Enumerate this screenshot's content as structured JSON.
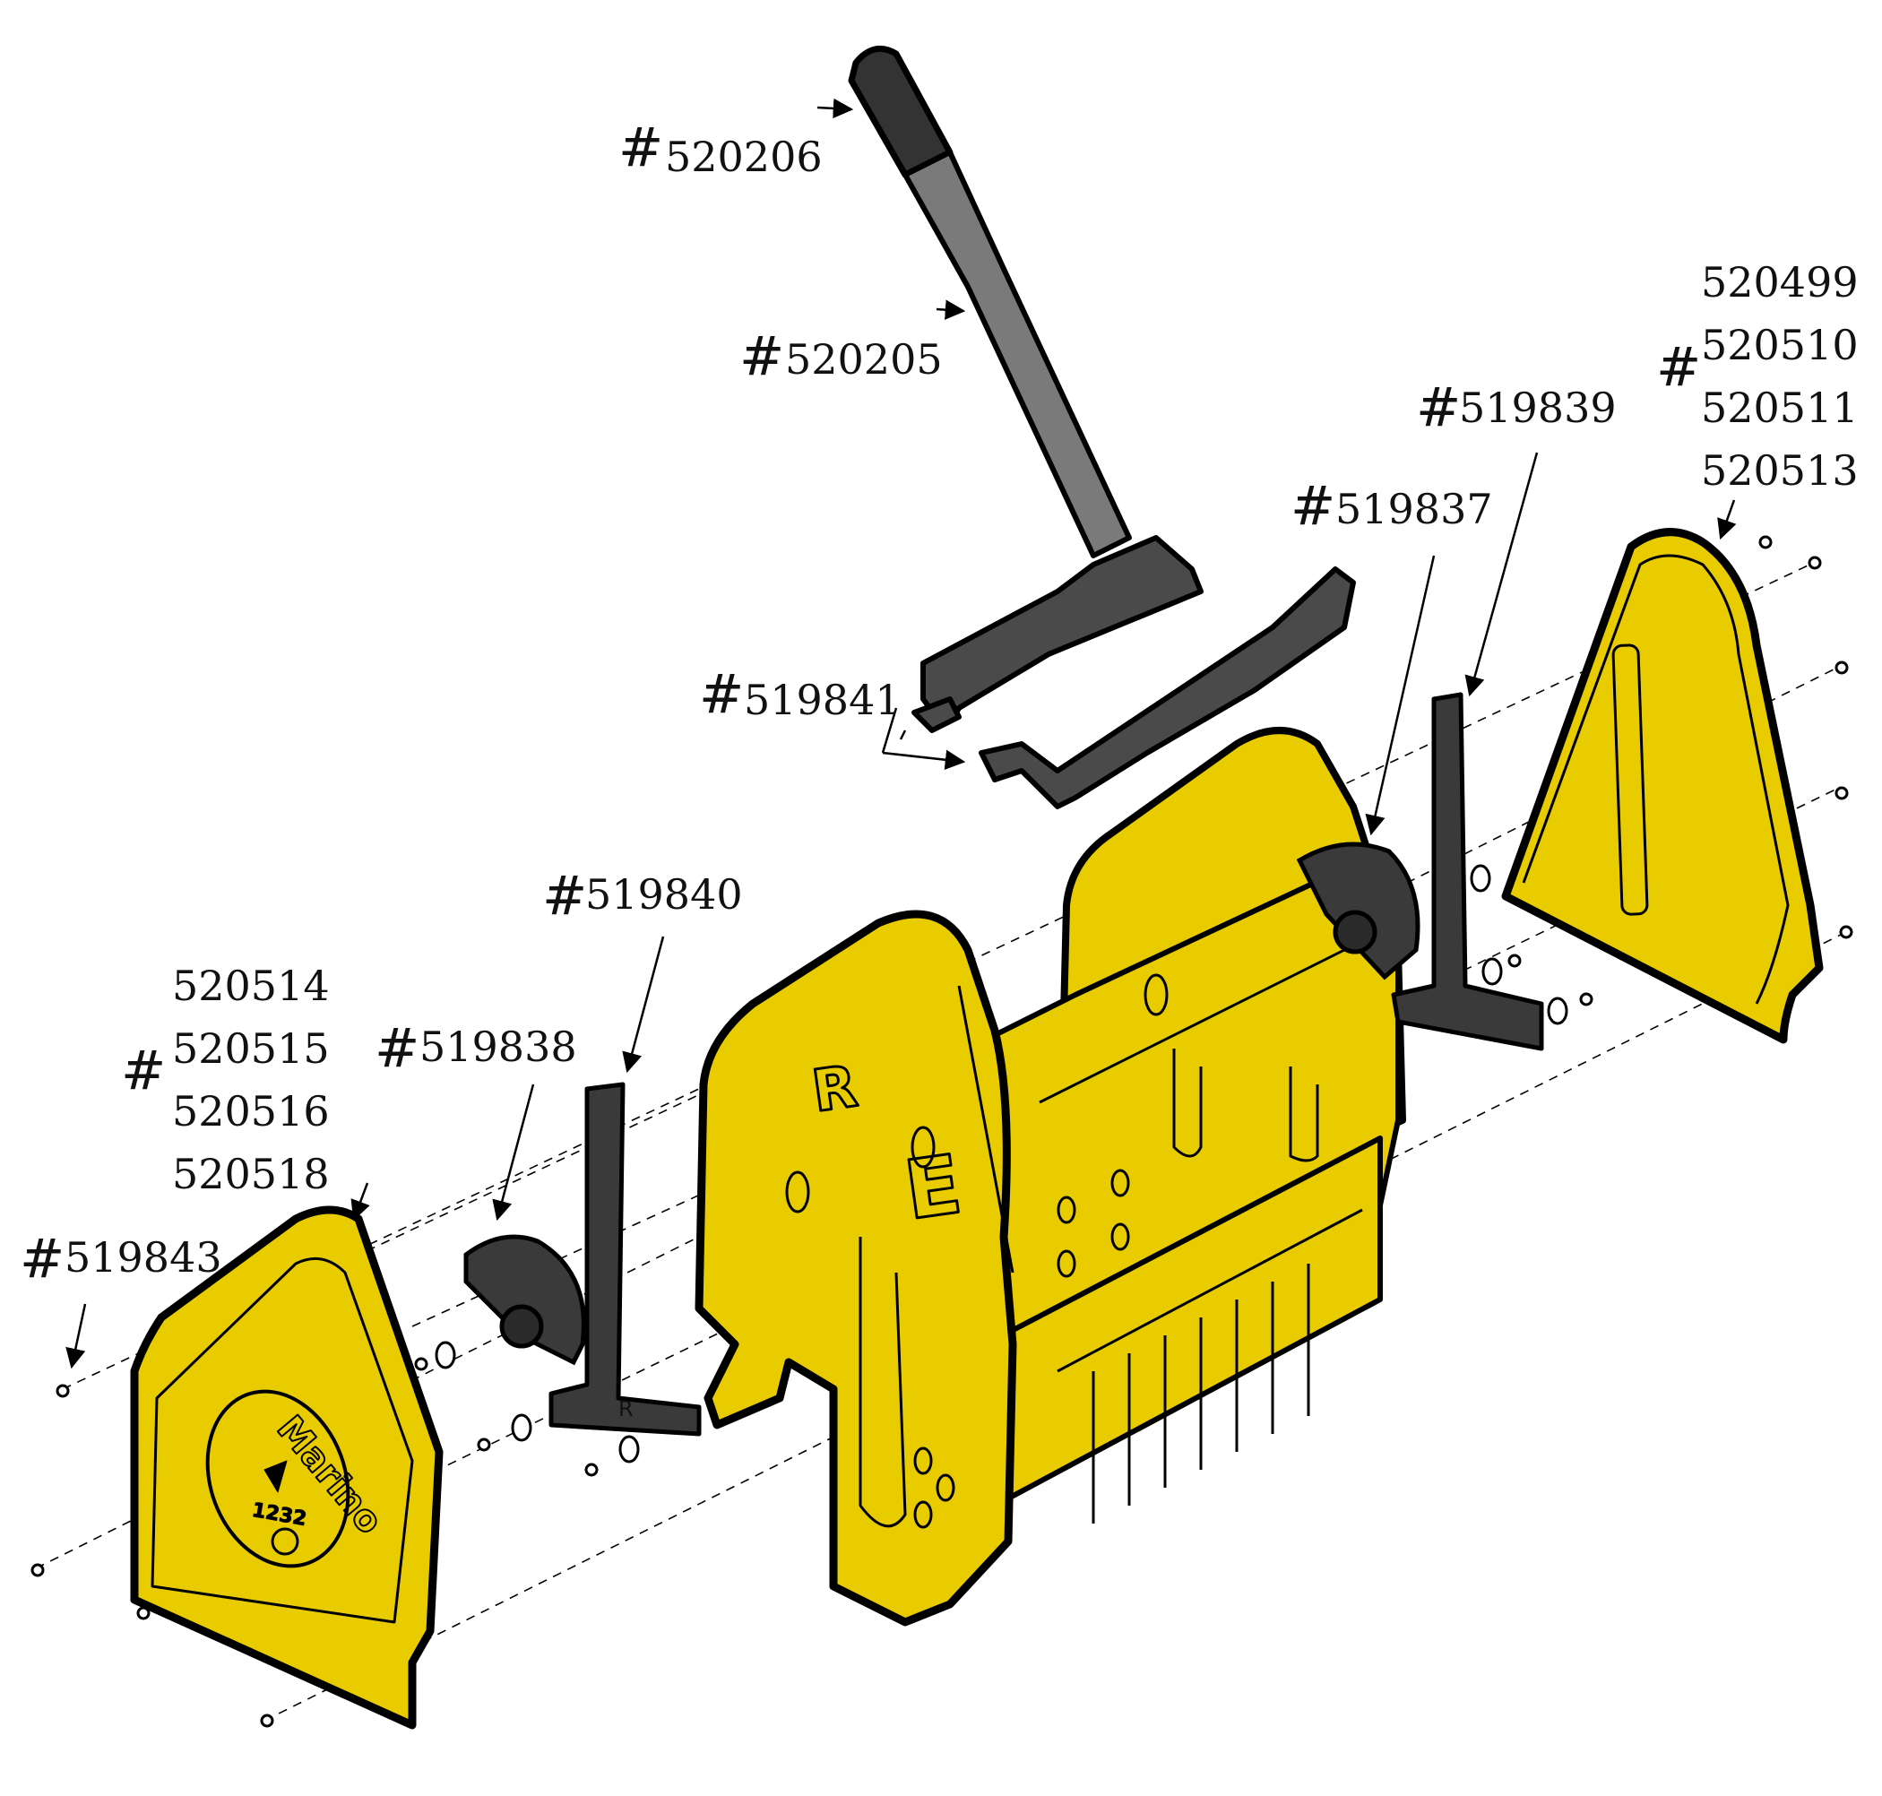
{
  "figure": {
    "hash_symbol": "#",
    "colors": {
      "housing_yellow": "#E8CC00",
      "dark_plastic": "#3c3c3c",
      "outline": "#000000"
    },
    "parts": [
      {
        "id": "handle_grip",
        "number": "520206"
      },
      {
        "id": "handle_bar",
        "number": "520205"
      },
      {
        "id": "pivot_links",
        "number": "519841"
      },
      {
        "id": "right_rack",
        "number": "519839"
      },
      {
        "id": "right_gear",
        "number": "519837"
      },
      {
        "id": "left_rack",
        "number": "519840"
      },
      {
        "id": "left_gear",
        "number": "519838"
      },
      {
        "id": "screws",
        "number": "519843"
      }
    ],
    "right_cover_numbers": [
      "520499",
      "520510",
      "520511",
      "520513"
    ],
    "left_cover_numbers": [
      "520514",
      "520515",
      "520516",
      "520518"
    ],
    "housing_letters": {
      "r": "R",
      "e": "E"
    },
    "rack_letter": "R",
    "logo": {
      "brand": "Marino",
      "code": "1232"
    }
  }
}
